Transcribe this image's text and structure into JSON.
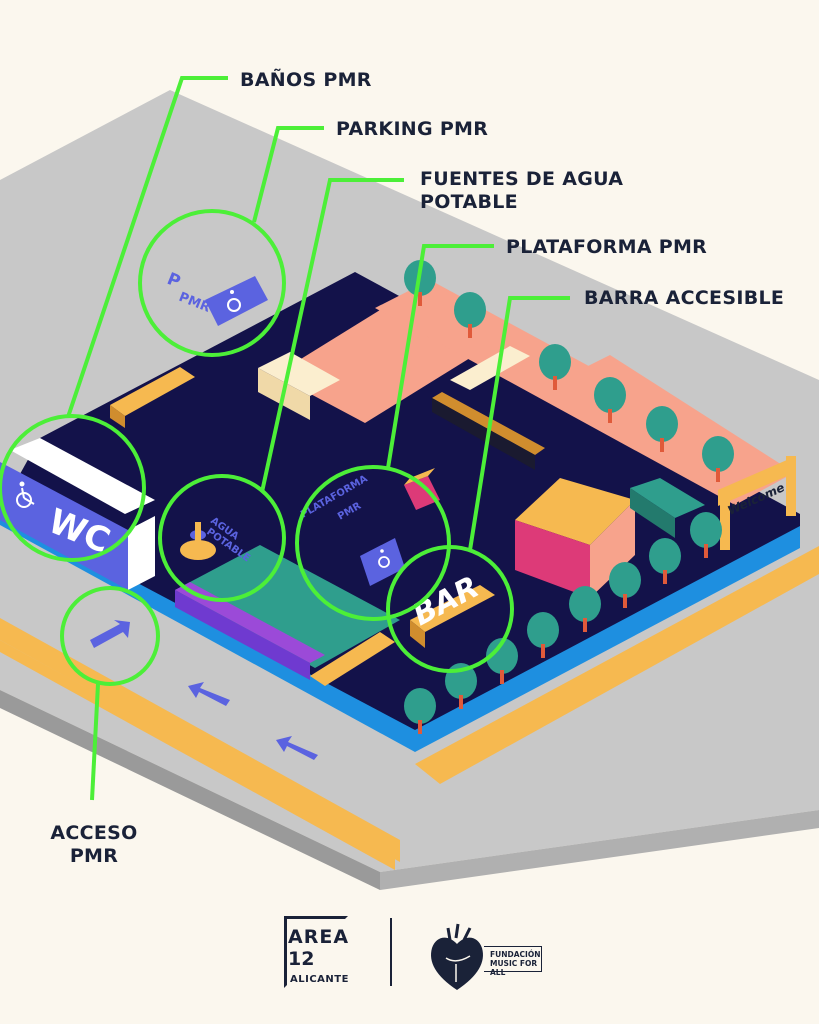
{
  "callouts": {
    "banos": "BAÑOS PMR",
    "parking": "PARKING PMR",
    "fuentes_line1": "FUENTES DE AGUA",
    "fuentes_line2": "POTABLE",
    "plataforma": "PLATAFORMA PMR",
    "barra": "BARRA ACCESIBLE",
    "acceso_line1": "ACCESO",
    "acceso_line2": "PMR"
  },
  "map_labels": {
    "parking_p": "P",
    "parking_pmr": "PMR",
    "wc": "WC",
    "agua_line1": "AGUA",
    "agua_line2": "POTABLE",
    "plataforma_line1": "PLATAFORMA",
    "plataforma_line2": "PMR",
    "bar": "BAR",
    "welcome": "Welcome"
  },
  "logos": {
    "area12_line1": "AREA",
    "area12_line2": "12",
    "area12_line3": "ALICANTE",
    "fundacion_line1": "FUNDACIÓN",
    "fundacion_line2": "MUSIC FOR ALL"
  },
  "colors": {
    "background": "#fbf7ee",
    "sidewalk": "#c4c4c4",
    "road_stripe": "#f6b950",
    "venue_floor": "#13124a",
    "highlight": "#4cef38",
    "accessible_blue": "#5b63e0",
    "text_dark": "#1a2238"
  }
}
